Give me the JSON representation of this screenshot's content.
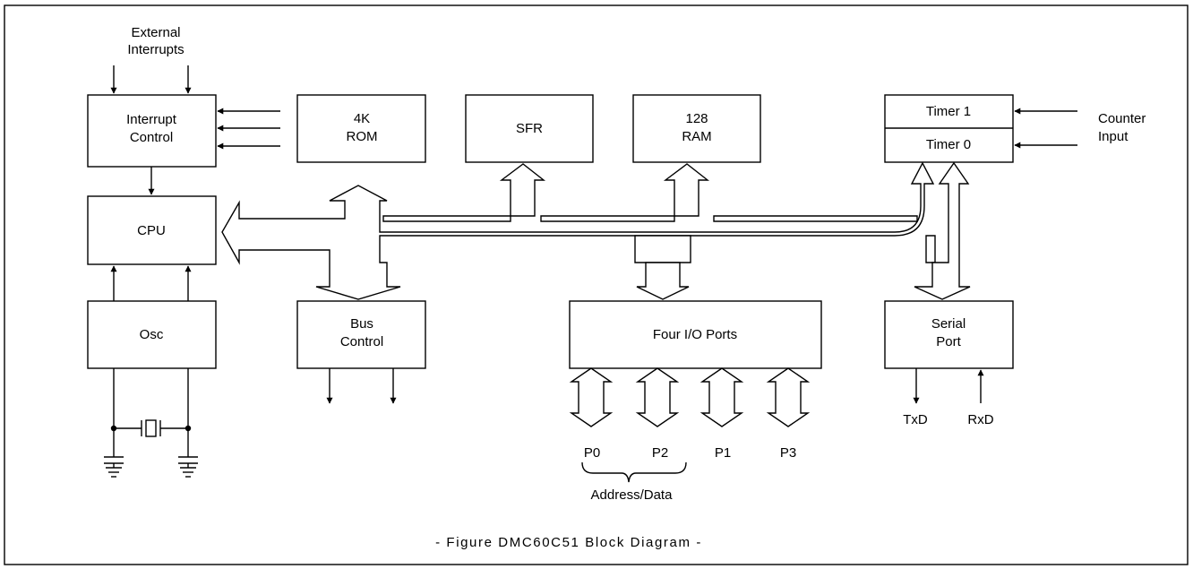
{
  "external_interrupts": [
    "External",
    "Interrupts"
  ],
  "interrupt_control": [
    "Interrupt",
    "Control"
  ],
  "rom": [
    "4K",
    "ROM"
  ],
  "sfr": "SFR",
  "ram": [
    "128",
    "RAM"
  ],
  "timer1": "Timer 1",
  "timer0": "Timer 0",
  "counter_input": [
    "Counter",
    "Input"
  ],
  "cpu": "CPU",
  "osc": "Osc",
  "bus_control": [
    "Bus",
    "Control"
  ],
  "io_ports": "Four I/O Ports",
  "serial_port": [
    "Serial",
    "Port"
  ],
  "txd": "TxD",
  "rxd": "RxD",
  "ports": [
    "P0",
    "P2",
    "P1",
    "P3"
  ],
  "address_data": "Address/Data",
  "caption": "- Figure DMC60C51 Block Diagram -"
}
